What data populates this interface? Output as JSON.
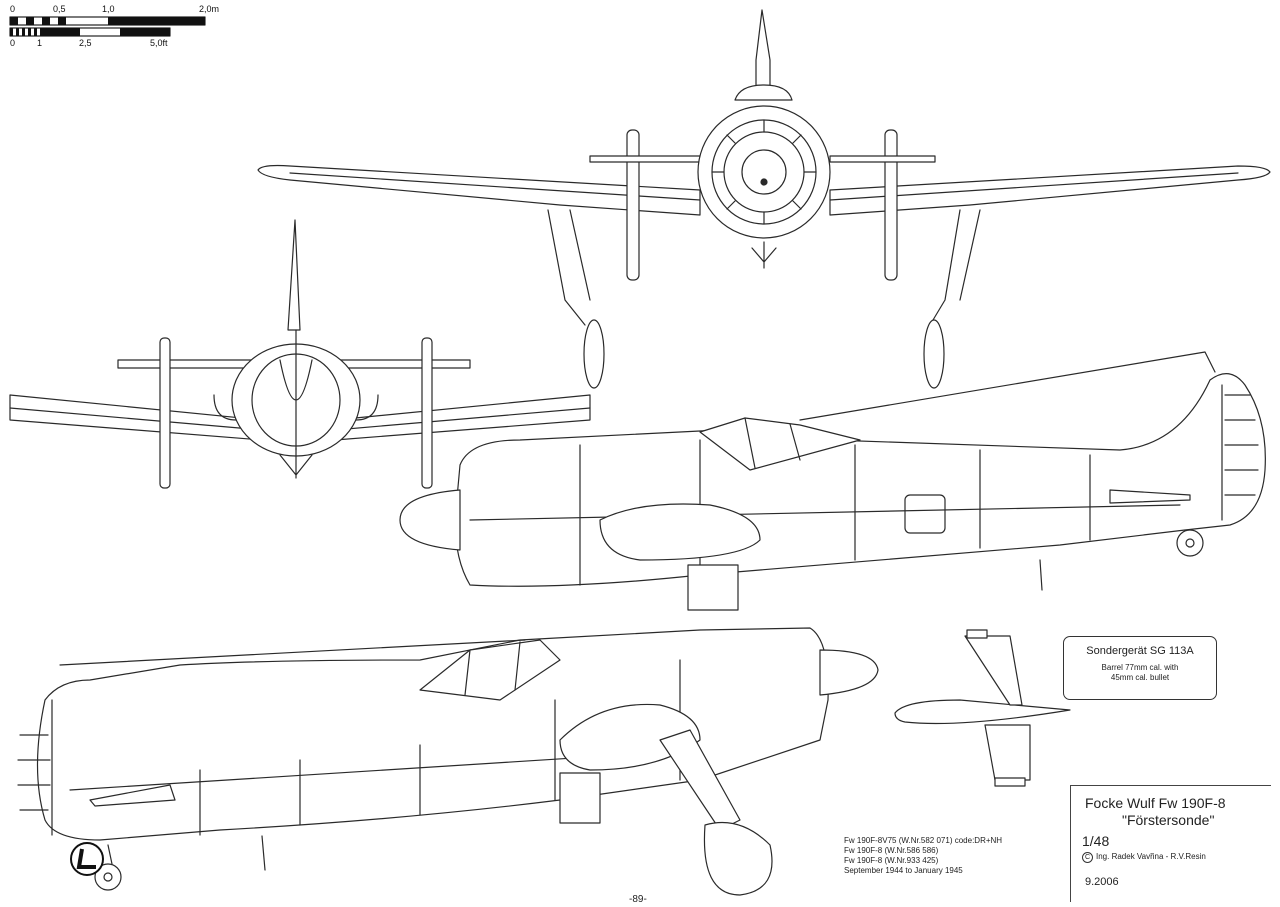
{
  "scale_bar": {
    "metric_labels": [
      "0",
      "0,5",
      "1,0",
      "2,0m"
    ],
    "imperial_labels": [
      "0",
      "1",
      "2,5",
      "5,0ft"
    ]
  },
  "callout": {
    "title": "Sondergerät SG 113A",
    "desc_line1": "Barrel 77mm cal. with",
    "desc_line2": "45mm cal. bullet"
  },
  "title_block": {
    "line1": "Focke Wulf  Fw 190F-8",
    "line2": "\"Förstersonde\"",
    "scale": "1/48",
    "copyright": "Ing. Radek Vavřina - R.V.Resin",
    "date": "9.2006"
  },
  "notes": [
    "Fw 190F-8V75 (W.Nr.582 071) code:DR+NH",
    "Fw 190F-8 (W.Nr.586 586)",
    "Fw 190F-8 (W.Nr.933 425)",
    "September 1944 to January 1945"
  ],
  "page_number": "-89-",
  "colors": {
    "line": "#2a2a2a",
    "paper": "#ffffff"
  }
}
